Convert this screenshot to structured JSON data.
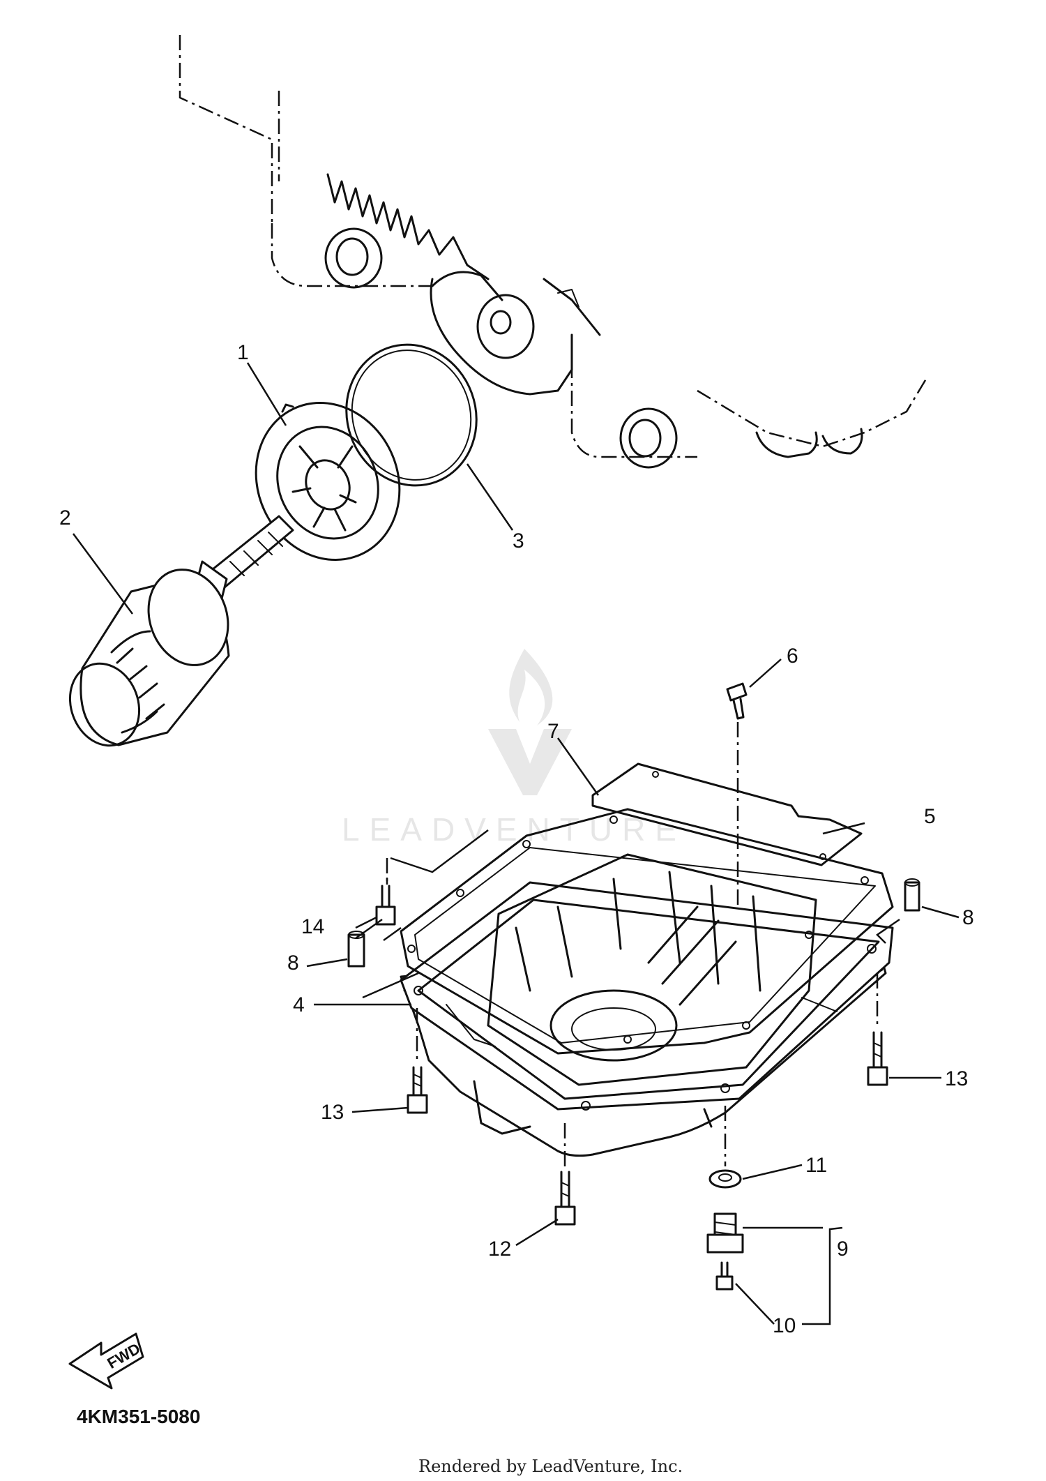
{
  "diagram": {
    "part_code": "4KM351-5080",
    "credit": "Rendered by LeadVenture, Inc.",
    "watermark_text": "LEADVENTURE",
    "fwd_label": "FWD",
    "callouts": {
      "c1": "1",
      "c2": "2",
      "c3": "3",
      "c4": "4",
      "c5": "5",
      "c6": "6",
      "c7": "7",
      "c8a": "8",
      "c8b": "8",
      "c9": "9",
      "c10": "10",
      "c11": "11",
      "c12": "12",
      "c13a": "13",
      "c13b": "13",
      "c14": "14"
    }
  }
}
